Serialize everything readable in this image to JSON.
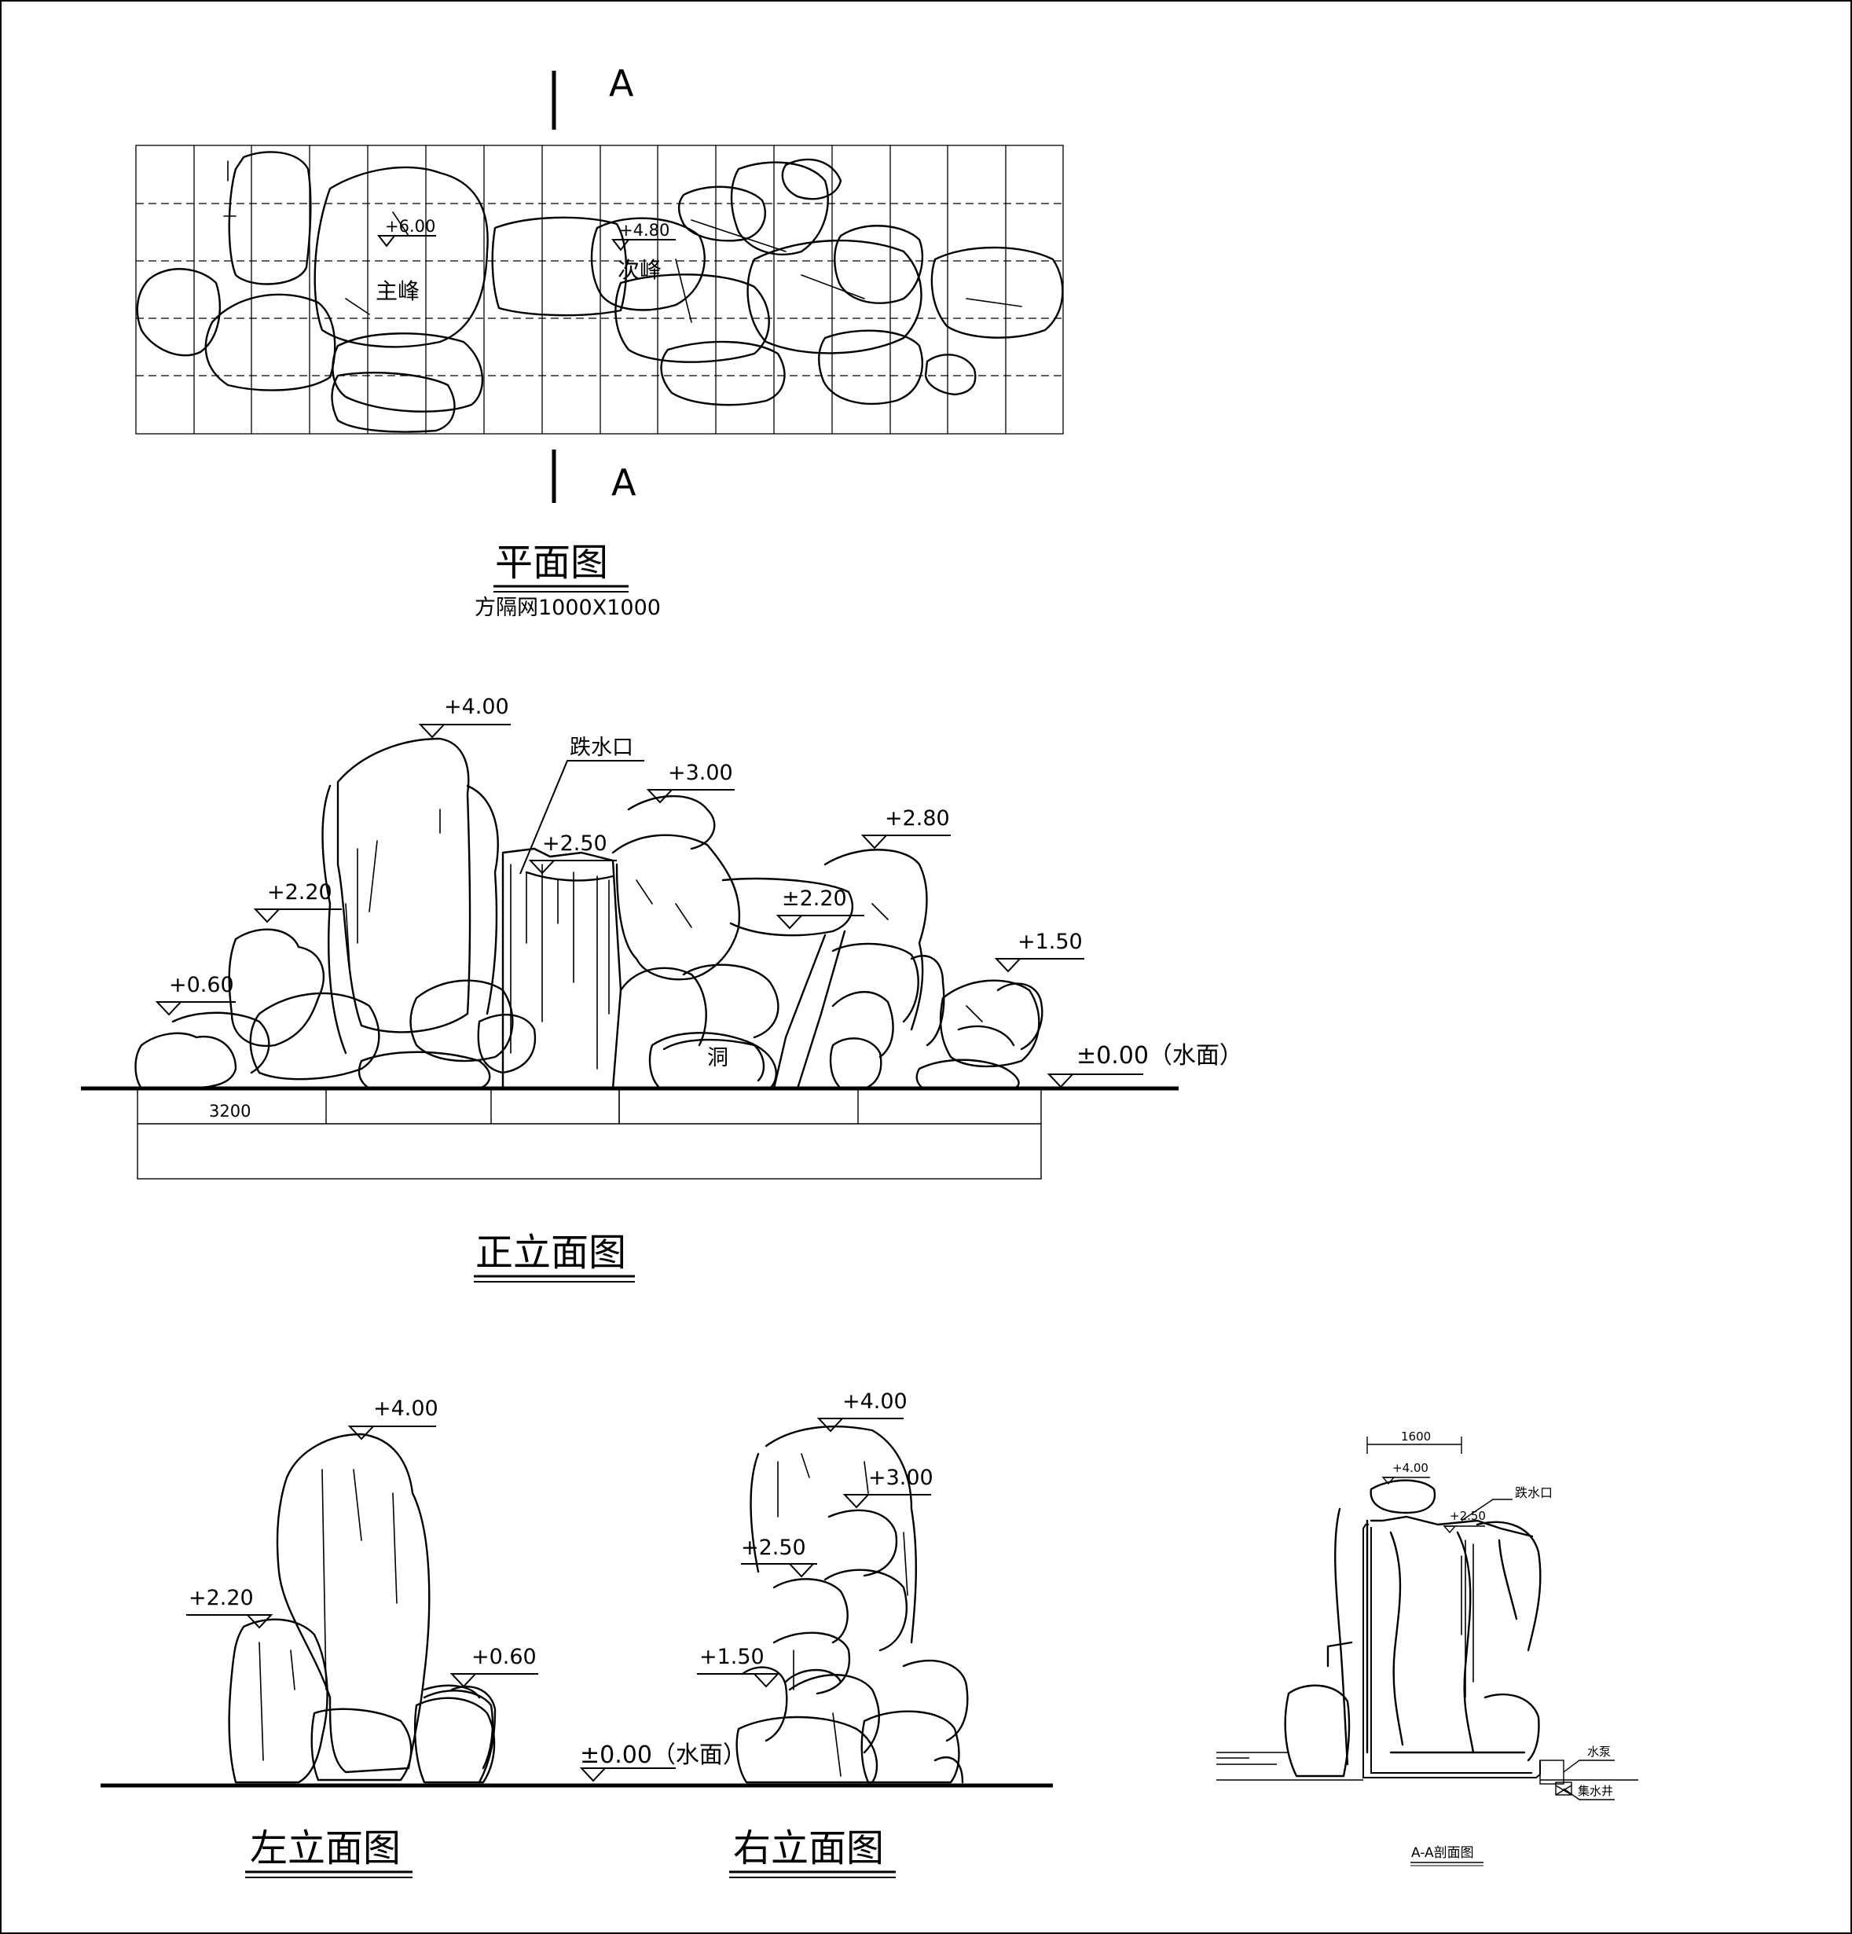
{
  "plan": {
    "section_mark": "A",
    "elev_main": "+6.00",
    "elev_secondary": "+4.80",
    "main_peak": "主峰",
    "secondary_peak": "次峰",
    "title": "平面图",
    "subtitle": "方隔网1000X1000"
  },
  "front": {
    "title": "正立面图",
    "waterfall_outlet": "跌水口",
    "cave": "洞",
    "dimension": "3200",
    "elevations": {
      "e400": "+4.00",
      "e300": "+3.00",
      "e280": "+2.80",
      "e250": "+2.50",
      "e220a": "+2.20",
      "e220b": "±2.20",
      "e150": "+1.50",
      "e060": "+0.60",
      "water": "±0.00（水面）"
    }
  },
  "left": {
    "title": "左立面图",
    "e400": "+4.00",
    "e220": "+2.20",
    "e060": "+0.60"
  },
  "right": {
    "title": "右立面图",
    "e400": "+4.00",
    "e300": "+3.00",
    "e250": "+2.50",
    "e150": "+1.50",
    "water": "±0.00（水面）"
  },
  "section": {
    "title": "A-A剖面图",
    "dimension": "1600",
    "e400": "+4.00",
    "e250": "+2.50",
    "outlet": "跌水口",
    "pump": "水泵",
    "well": "集水井"
  }
}
